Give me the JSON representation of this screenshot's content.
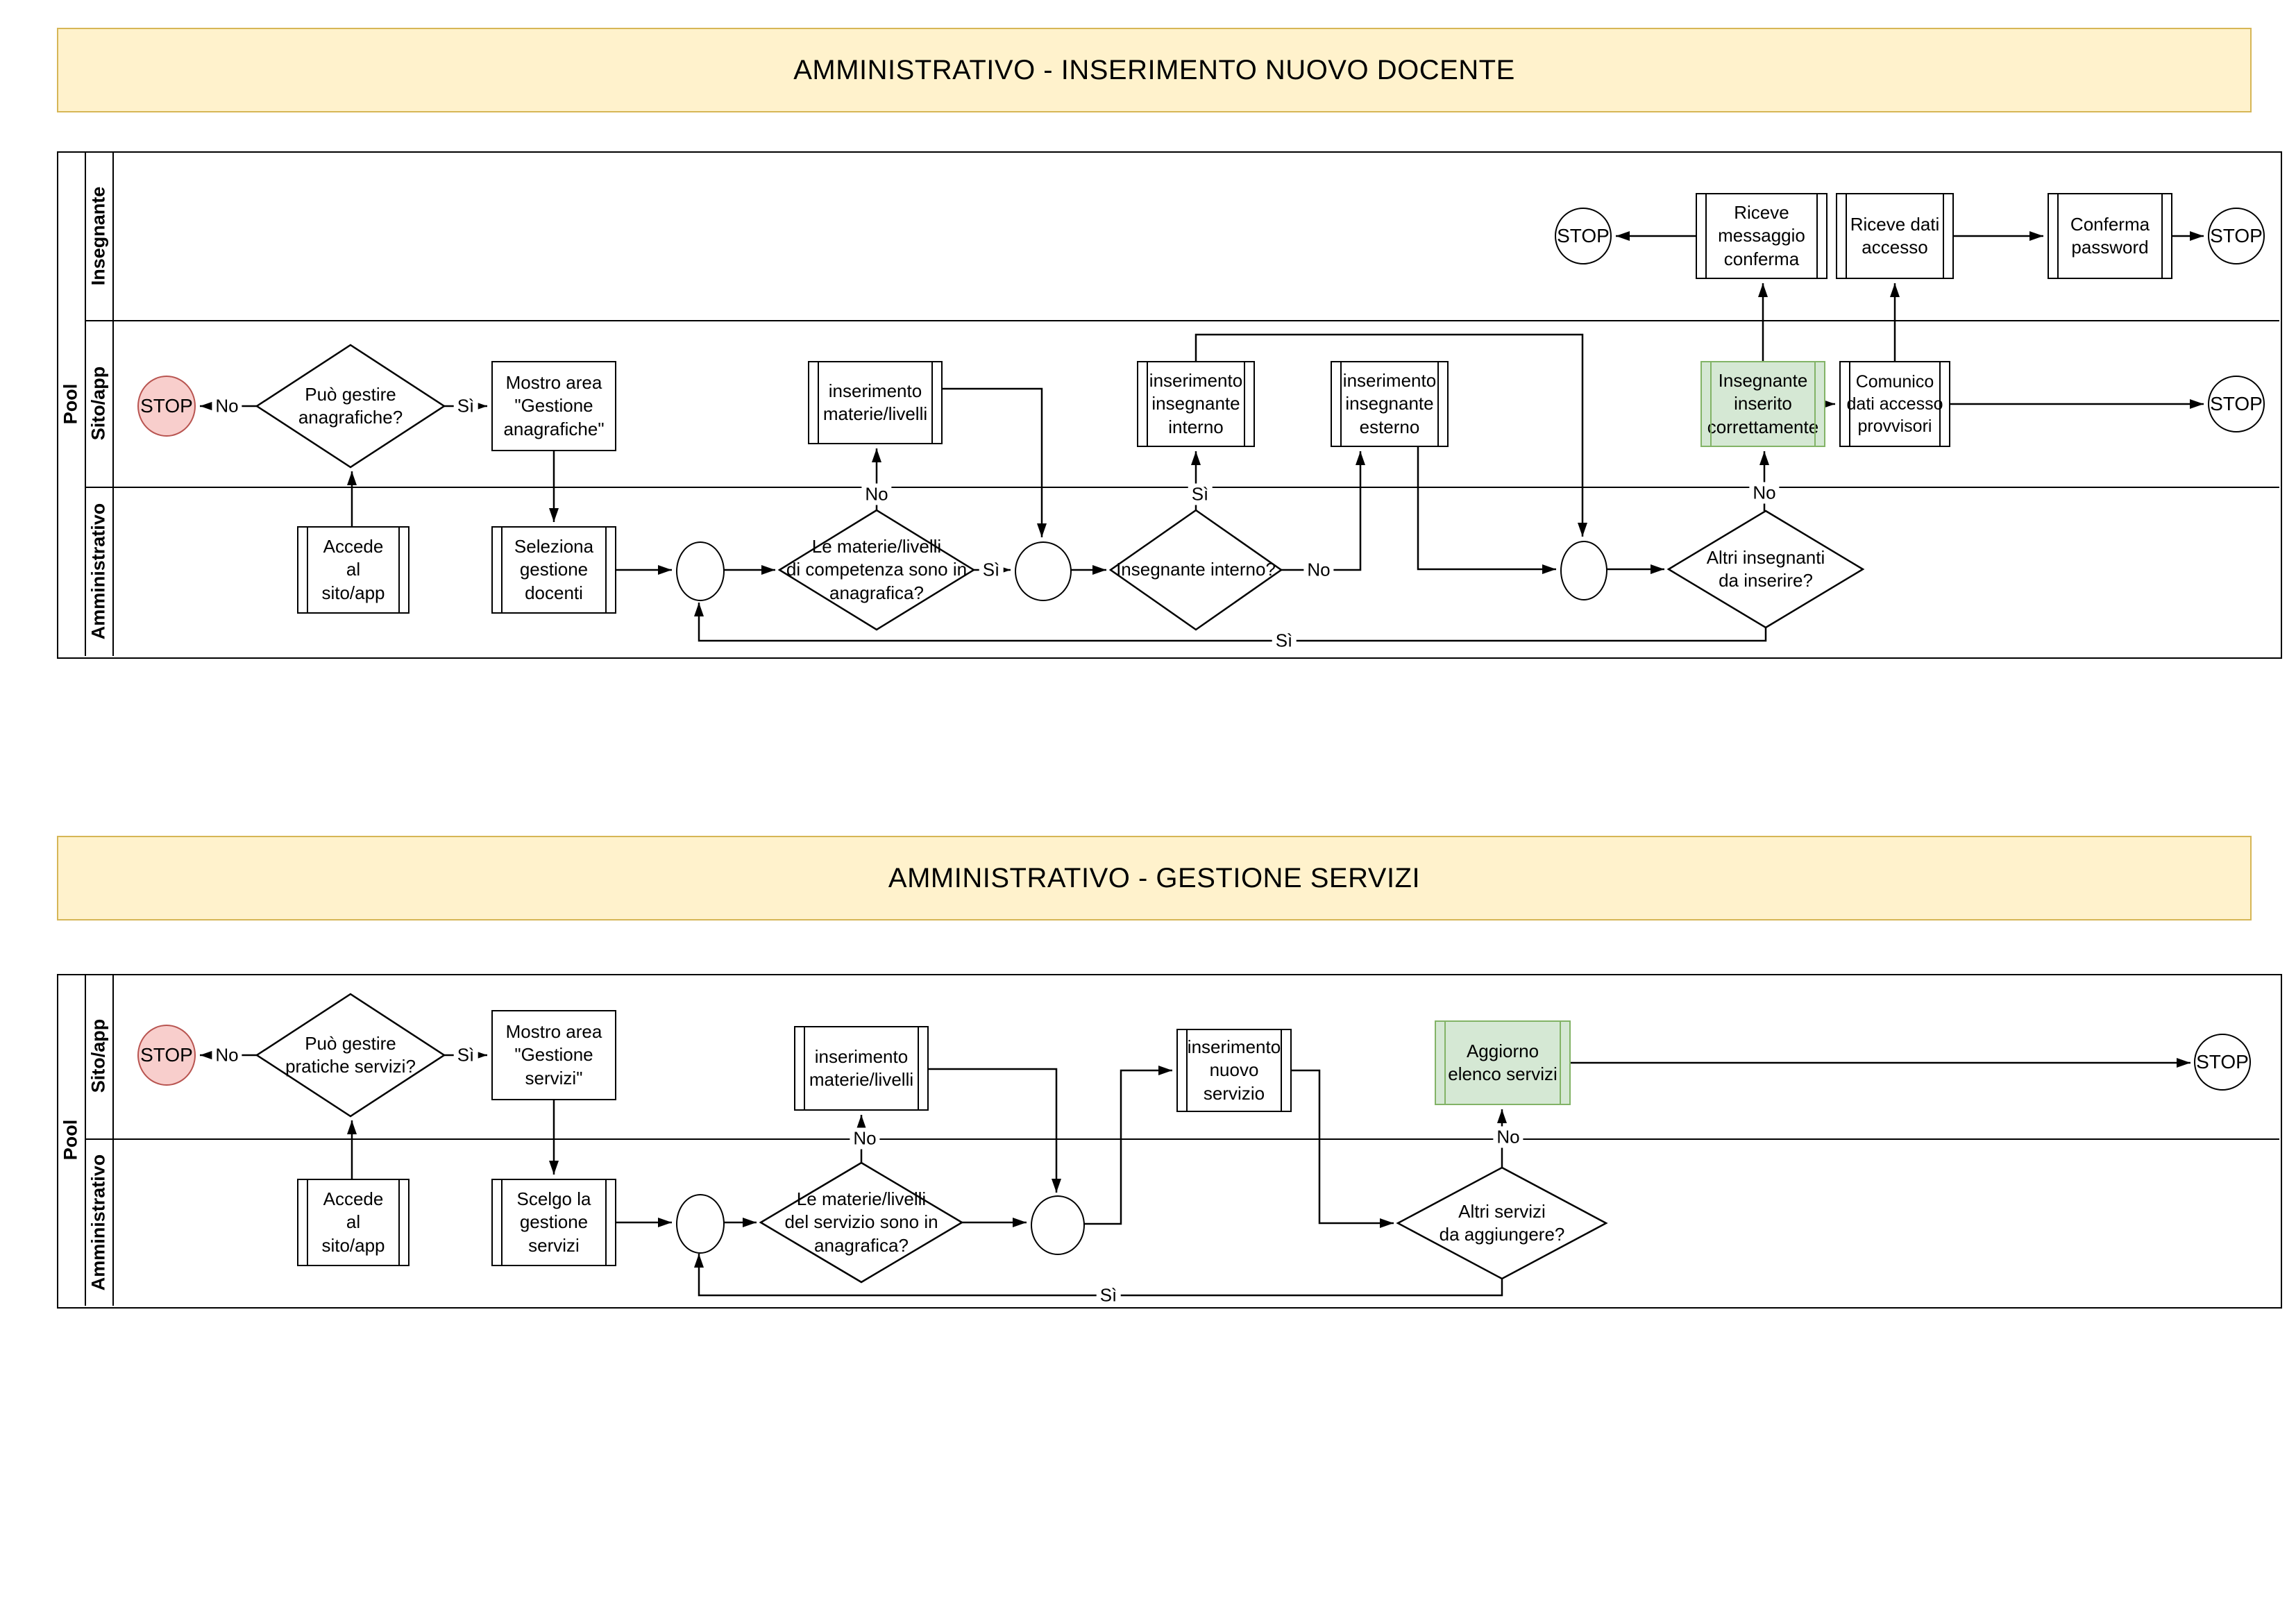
{
  "colors": {
    "banner_bg": "#FFF2CC",
    "banner_border": "#D6B656",
    "stop_start_bg": "#F8CECC",
    "stop_start_border": "#B85450",
    "success_bg": "#D5E8D4",
    "success_border": "#82B366",
    "shape_bg": "#FFFFFF",
    "line": "#000000"
  },
  "pool1": {
    "title": "AMMINISTRATIVO - INSERIMENTO NUOVO DOCENTE",
    "pool_label": "Pool",
    "lanes": {
      "insegnante": "Insegnante",
      "sito_app": "Sito/app",
      "amministrativo": "Amministrativo"
    },
    "nodes": {
      "stop_start": "STOP",
      "d_gestire": "Può gestire\nanagrafiche?",
      "mostro_area": "Mostro area\n\"Gestione\nanagrafiche\"",
      "accede": "Accede\nal\nsito/app",
      "seleziona": "Seleziona\ngestione\ndocenti",
      "ins_materie": "inserimento\nmaterie/livelli",
      "d_materie": "Le materie/livelli\ndi competenza sono in\nanagrafica?",
      "ins_interno": "inserimento\ninsegnante\ninterno",
      "ins_esterno": "inserimento\ninsegnante\nesterno",
      "d_interno": "Insegnante interno?",
      "d_altri": "Altri insegnanti\nda inserire?",
      "inserito_ok": "Insegnante\ninserito\ncorrettamente",
      "comunico": "Comunico\ndati accesso\nprovvisori",
      "stop_sito": "STOP",
      "stop_insegnante_1": "STOP",
      "riceve_msg": "Riceve\nmessaggio\nconferma",
      "riceve_dati": "Riceve dati\naccesso",
      "conferma_pw": "Conferma\npassword",
      "stop_insegnante_2": "STOP"
    },
    "edge_labels": {
      "gestire_no": "No",
      "gestire_si": "Sì",
      "materie_no": "No",
      "materie_si": "Sì",
      "interno_si": "Sì",
      "interno_no": "No",
      "altri_no": "No",
      "altri_si": "Sì"
    }
  },
  "pool2": {
    "title": "AMMINISTRATIVO - GESTIONE SERVIZI",
    "pool_label": "Pool",
    "lanes": {
      "sito_app": "Sito/app",
      "amministrativo": "Amministrativo"
    },
    "nodes": {
      "stop_start": "STOP",
      "d_gestire": "Può gestire\npratiche servizi?",
      "mostro_area": "Mostro area\n\"Gestione\nservizi\"",
      "accede": "Accede\nal\nsito/app",
      "scelgo": "Scelgo la\ngestione\nservizi",
      "ins_materie": "inserimento\nmaterie/livelli",
      "d_materie": "Le materie/livelli\ndel servizio sono in\nanagrafica?",
      "ins_nuovo": "inserimento\nnuovo\nservizio",
      "d_altri": "Altri servizi\nda aggiungere?",
      "aggiorno": "Aggiorno\nelenco servizi",
      "stop_end": "STOP"
    },
    "edge_labels": {
      "gestire_no": "No",
      "gestire_si": "Sì",
      "materie_no": "No",
      "altri_no": "No",
      "altri_si": "Sì"
    }
  }
}
